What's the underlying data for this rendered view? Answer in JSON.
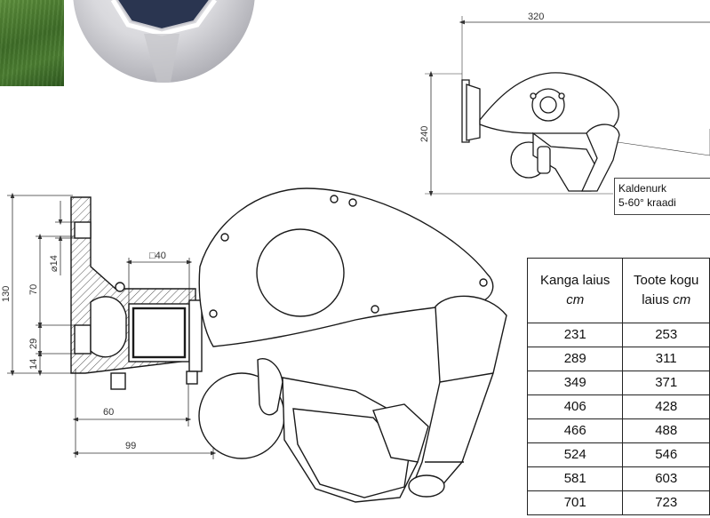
{
  "dimensions": {
    "top_width": "320",
    "top_height": "240",
    "total_height": "130",
    "hole_span": "70",
    "hole_diameter": "⌀14",
    "offset_29": "29",
    "offset_14": "14",
    "tube_square": "□40",
    "depth_60": "60",
    "depth_99": "99"
  },
  "angle_label": {
    "title": "Kaldenurk",
    "range": "5-60° kraadi"
  },
  "size_table": {
    "headers": [
      {
        "title": "Kanga laius",
        "unit": "cm"
      },
      {
        "title": "Toote kogu",
        "subtitle": "laius",
        "unit": "cm"
      }
    ],
    "rows": [
      [
        "231",
        "253"
      ],
      [
        "289",
        "311"
      ],
      [
        "349",
        "371"
      ],
      [
        "406",
        "428"
      ],
      [
        "466",
        "488"
      ],
      [
        "524",
        "546"
      ],
      [
        "581",
        "603"
      ],
      [
        "701",
        "723"
      ]
    ]
  },
  "colors": {
    "line": "#1a1a1a",
    "dimension": "#333333",
    "hatch": "#555555",
    "grass": "#4b7d31"
  }
}
